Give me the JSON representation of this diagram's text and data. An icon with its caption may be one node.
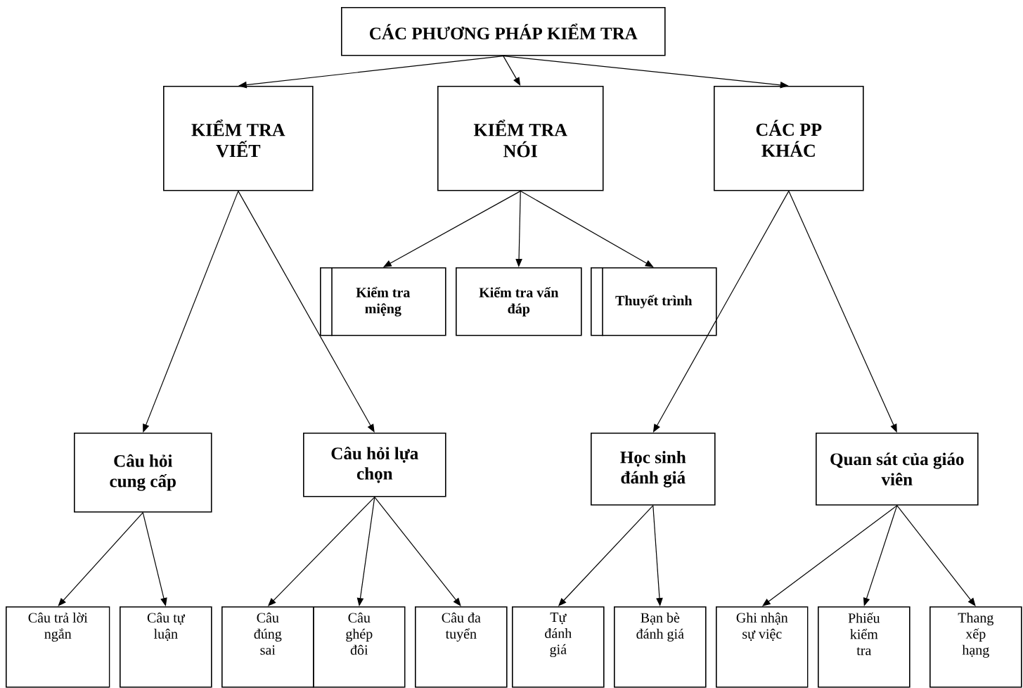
{
  "diagram": {
    "nodes": [
      {
        "text": [
          "CÁC PHƯƠNG PHÁP KIỂM TRA"
        ]
      },
      {
        "text": [
          "KIỂM TRA VIẾT"
        ]
      },
      {
        "text": [
          "KIỂM TRA NÓI"
        ]
      },
      {
        "text": [
          "CÁC PP KHÁC"
        ]
      },
      {
        "text": [
          "Kiểm tra miệng"
        ]
      },
      {
        "text": [
          "Kiểm tra vấn đáp"
        ]
      },
      {
        "text": [
          "Thuyết trình"
        ]
      },
      {
        "text": [
          "Câu hỏi cung cấp"
        ]
      },
      {
        "text": [
          "Câu hỏi lựa chọn"
        ]
      },
      {
        "text": [
          "Học sinh đánh giá"
        ]
      },
      {
        "text": [
          "Quan sát của giáo viên"
        ]
      },
      {
        "text": [
          "Câu trả lời ngắn"
        ]
      },
      {
        "text": [
          "Câu tự luận"
        ]
      },
      {
        "text": [
          "Câu đúng sai"
        ]
      },
      {
        "text": [
          "Câu ghép đôi"
        ]
      },
      {
        "text": [
          "Câu đa tuyển"
        ]
      },
      {
        "text": [
          "Tự đánh giá"
        ]
      },
      {
        "text": [
          "Bạn bè đánh giá"
        ]
      },
      {
        "text": [
          "Ghi nhận sự việc"
        ]
      },
      {
        "text": [
          "Phiếu kiểm tra"
        ]
      },
      {
        "text": [
          "Thang xếp hạng"
        ]
      }
    ],
    "edges": [
      {
        "from": 0,
        "to": 1,
        "arrow": "to"
      },
      {
        "from": 0,
        "to": 2,
        "arrow": "to"
      },
      {
        "from": 0,
        "to": 3,
        "arrow": "to"
      },
      {
        "from": 2,
        "to": 4,
        "arrow": "to"
      },
      {
        "from": 2,
        "to": 5,
        "arrow": "to"
      },
      {
        "from": 2,
        "to": 6,
        "arrow": "to"
      },
      {
        "from": 1,
        "to": 7,
        "arrow": "to"
      },
      {
        "from": 1,
        "to": 8,
        "arrow": "to"
      },
      {
        "from": 3,
        "to": 9,
        "arrow": "to"
      },
      {
        "from": 3,
        "to": 10,
        "arrow": "to"
      },
      {
        "from": 7,
        "to": 11,
        "arrow": "to"
      },
      {
        "from": 7,
        "to": 12,
        "arrow": "to"
      },
      {
        "from": 8,
        "to": 13,
        "arrow": "to"
      },
      {
        "from": 8,
        "to": 14,
        "arrow": "to"
      },
      {
        "from": 8,
        "to": 15,
        "arrow": "to"
      },
      {
        "from": 9,
        "to": 16,
        "arrow": "to"
      },
      {
        "from": 9,
        "to": 17,
        "arrow": "to"
      },
      {
        "from": 10,
        "to": 18,
        "arrow": "to"
      },
      {
        "from": 10,
        "to": 19,
        "arrow": "to"
      },
      {
        "from": 10,
        "to": 20,
        "arrow": "to"
      }
    ]
  }
}
